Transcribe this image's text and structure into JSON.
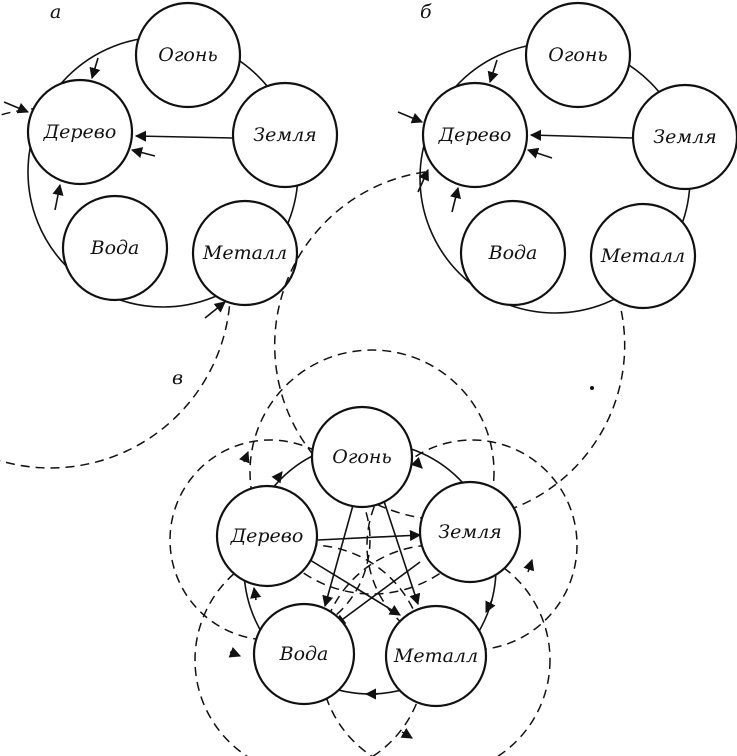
{
  "panels": [
    {
      "label": "а"
    },
    {
      "label": "б"
    },
    {
      "label": "в"
    }
  ],
  "elements": {
    "fire": "Огонь",
    "earth": "Земля",
    "metal": "Металл",
    "water": "Вода",
    "wood": "Дерево"
  }
}
